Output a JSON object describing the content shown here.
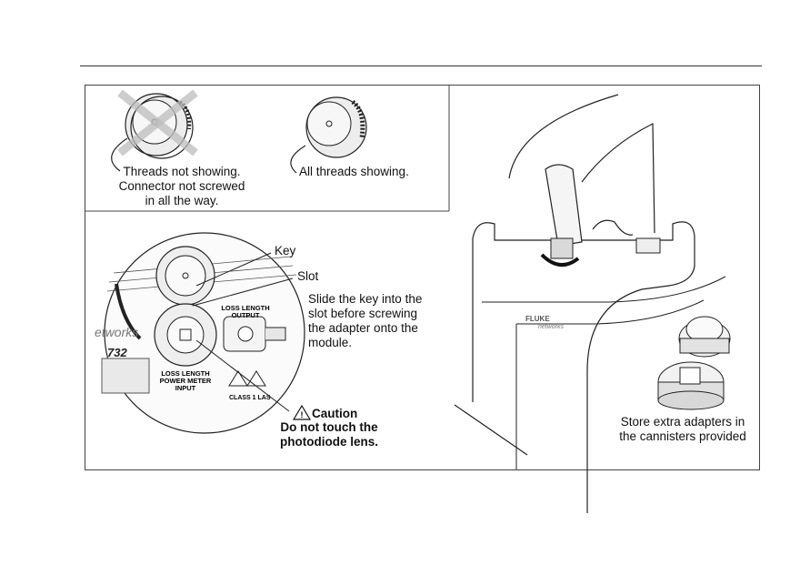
{
  "panel_top_left": {
    "wrong_label": [
      "Threads not showing.",
      "Connector not screwed",
      "in all the way."
    ],
    "right_label": "All threads showing."
  },
  "panel_bottom_left": {
    "key_label": "Key",
    "slot_label": "Slot",
    "instruction": [
      "Slide the key into the",
      "slot before screwing",
      "the adapter onto the",
      "module."
    ],
    "caution_title": "Caution",
    "caution_text": [
      "Do not touch the",
      "photodiode lens."
    ]
  },
  "module_lettering": {
    "brand_partial": "etworks",
    "model_partial": "732",
    "output_label": [
      "LOSS LENGTH",
      "OUTPUT"
    ],
    "input_label": [
      "LOSS LENGTH",
      "POWER METER",
      "INPUT"
    ],
    "laser_class": "CLASS 1 LAS"
  },
  "panel_right": {
    "device_brand": "FLUKE",
    "device_brand_sub": "networks",
    "store_label": [
      "Store extra adapters in",
      "the cannisters provided"
    ]
  },
  "colors": {
    "line": "#222222",
    "frame": "#444444",
    "background": "#ffffff"
  }
}
